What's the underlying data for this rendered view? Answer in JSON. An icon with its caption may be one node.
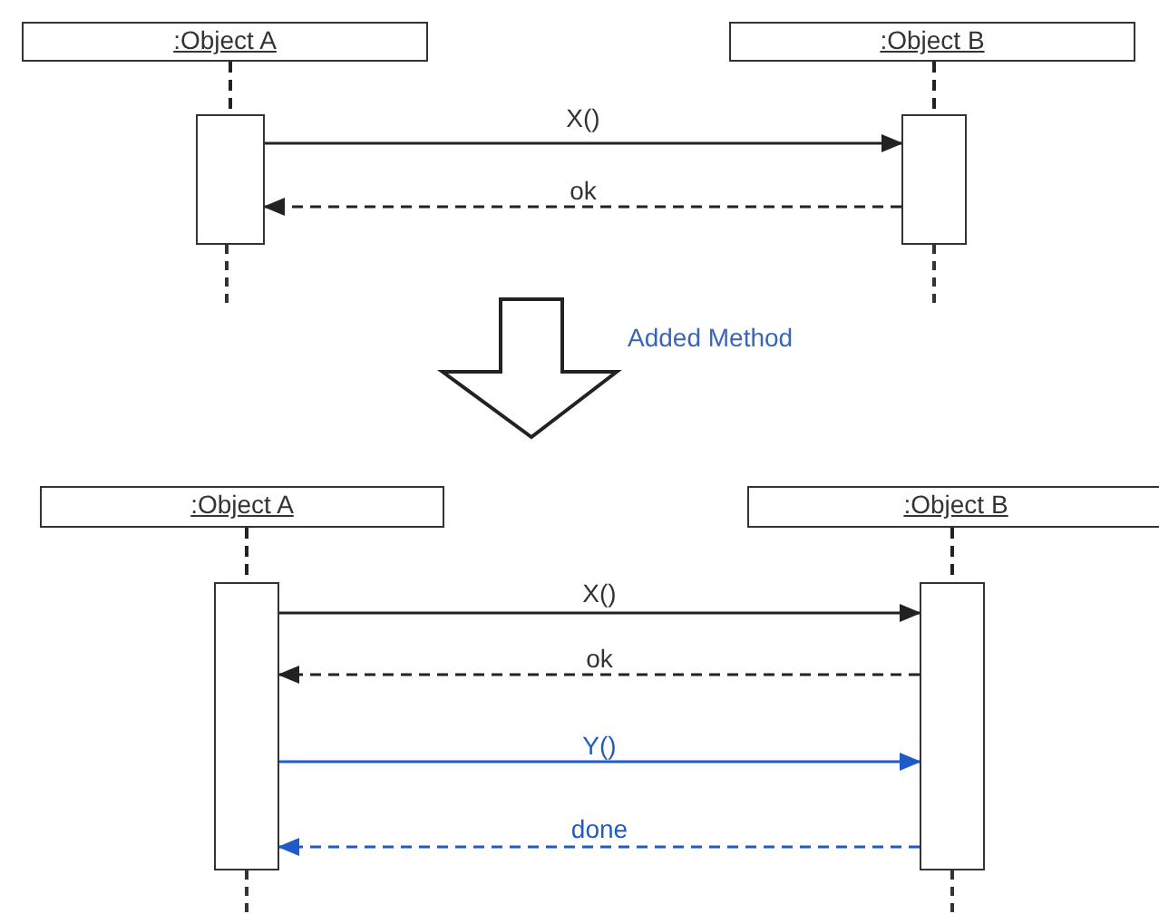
{
  "diagram": {
    "nodes": [
      {
        "text": [
          ":Object A"
        ]
      },
      {
        "text": [
          ":Object B"
        ]
      },
      {
        "text": [],
        "shape": "bar"
      },
      {
        "text": [],
        "shape": "bar"
      },
      {
        "text": [
          ":Object A"
        ]
      },
      {
        "text": [
          ":Object B"
        ]
      },
      {
        "text": [],
        "shape": "bar"
      },
      {
        "text": [],
        "shape": "bar"
      }
    ],
    "edges": [
      {
        "from": 2,
        "to": 3,
        "arrow": "to",
        "label": "X()"
      },
      {
        "from": 3,
        "to": 2,
        "arrow": "to",
        "label": "ok",
        "style": "dashed"
      },
      {
        "from": 0,
        "to": 2,
        "arrow": "none",
        "style": "dashed"
      },
      {
        "from": 1,
        "to": 3,
        "arrow": "none",
        "style": "dashed"
      },
      {
        "from": 6,
        "to": 7,
        "arrow": "to",
        "label": "X()"
      },
      {
        "from": 7,
        "to": 6,
        "arrow": "to",
        "label": "ok",
        "style": "dashed"
      },
      {
        "from": 6,
        "to": 7,
        "arrow": "to",
        "label": "Y()",
        "color": "#1f5bc6"
      },
      {
        "from": 7,
        "to": 6,
        "arrow": "to",
        "label": "done",
        "style": "dashed",
        "color": "#1f5bc6"
      },
      {
        "from": 4,
        "to": 6,
        "arrow": "none",
        "style": "dashed"
      },
      {
        "from": 5,
        "to": 7,
        "arrow": "none",
        "style": "dashed"
      }
    ],
    "labels": [
      "Added Method"
    ]
  }
}
